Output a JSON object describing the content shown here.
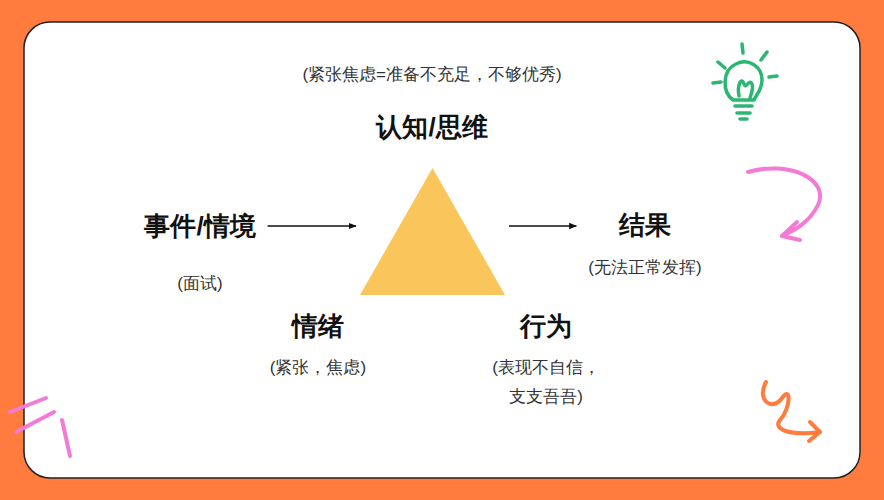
{
  "diagram": {
    "nodes": [
      {
        "text": [
          "事件/情境",
          "(面试)"
        ]
      },
      {
        "text": [
          "(紧张焦虑=准备不充足，不够优秀)",
          "认知/思维",
          "情绪",
          "(紧张，焦虑)",
          "行为",
          "(表现不自信， 支支吾吾)"
        ]
      },
      {
        "text": [
          "结果",
          "(无法正常发挥)"
        ]
      }
    ],
    "edges": [
      {
        "from": 0,
        "to": 1,
        "arrow": "to"
      },
      {
        "from": 1,
        "to": 2,
        "arrow": "to"
      }
    ]
  }
}
